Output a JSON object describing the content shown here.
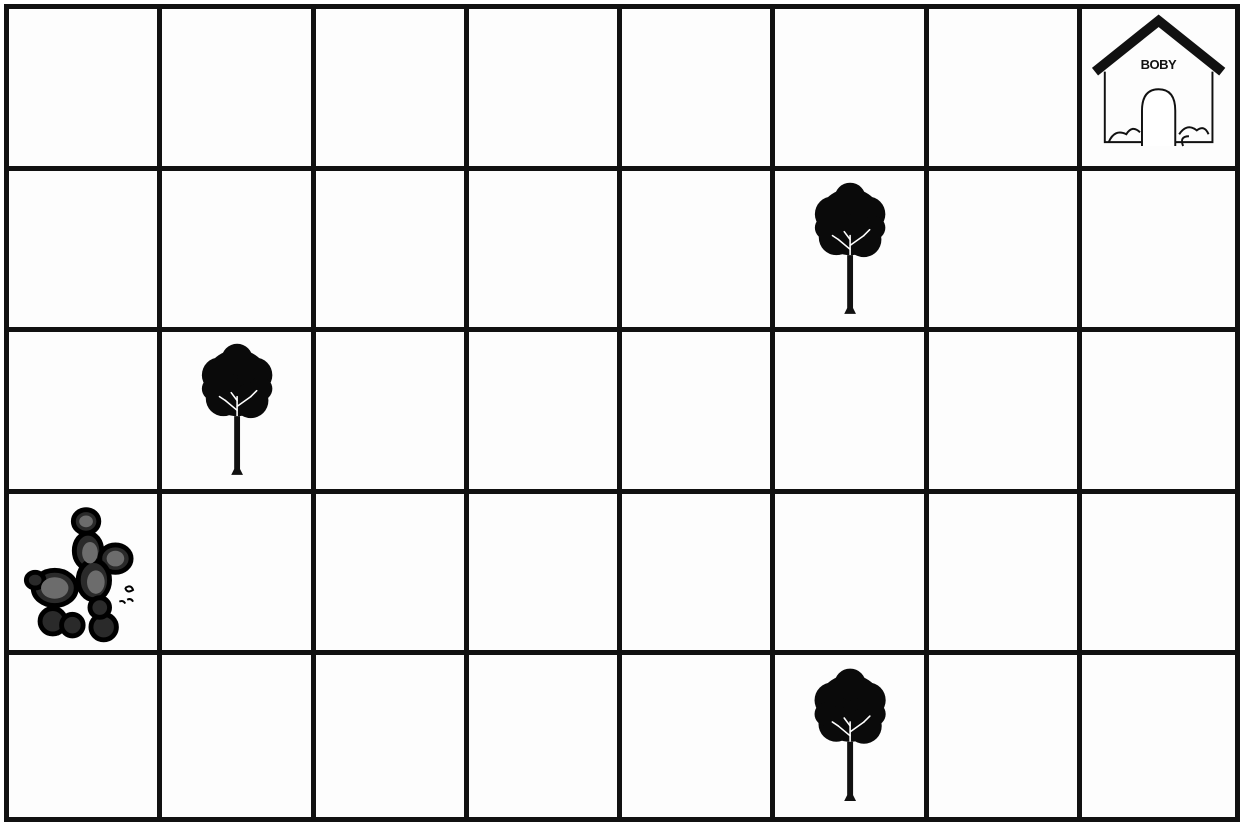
{
  "board": {
    "columns": 8,
    "rows": 5,
    "line_color": "#111111",
    "background": "#fdfdfd"
  },
  "pieces": {
    "dog": {
      "row": 4,
      "col": 1,
      "icon": "poodle-dog-icon"
    },
    "trees": [
      {
        "row": 2,
        "col": 6,
        "icon": "tree-icon"
      },
      {
        "row": 3,
        "col": 2,
        "icon": "tree-icon"
      },
      {
        "row": 5,
        "col": 6,
        "icon": "tree-icon"
      }
    ],
    "house": {
      "row": 1,
      "col": 8,
      "icon": "doghouse-icon",
      "label": "BOBY"
    }
  }
}
